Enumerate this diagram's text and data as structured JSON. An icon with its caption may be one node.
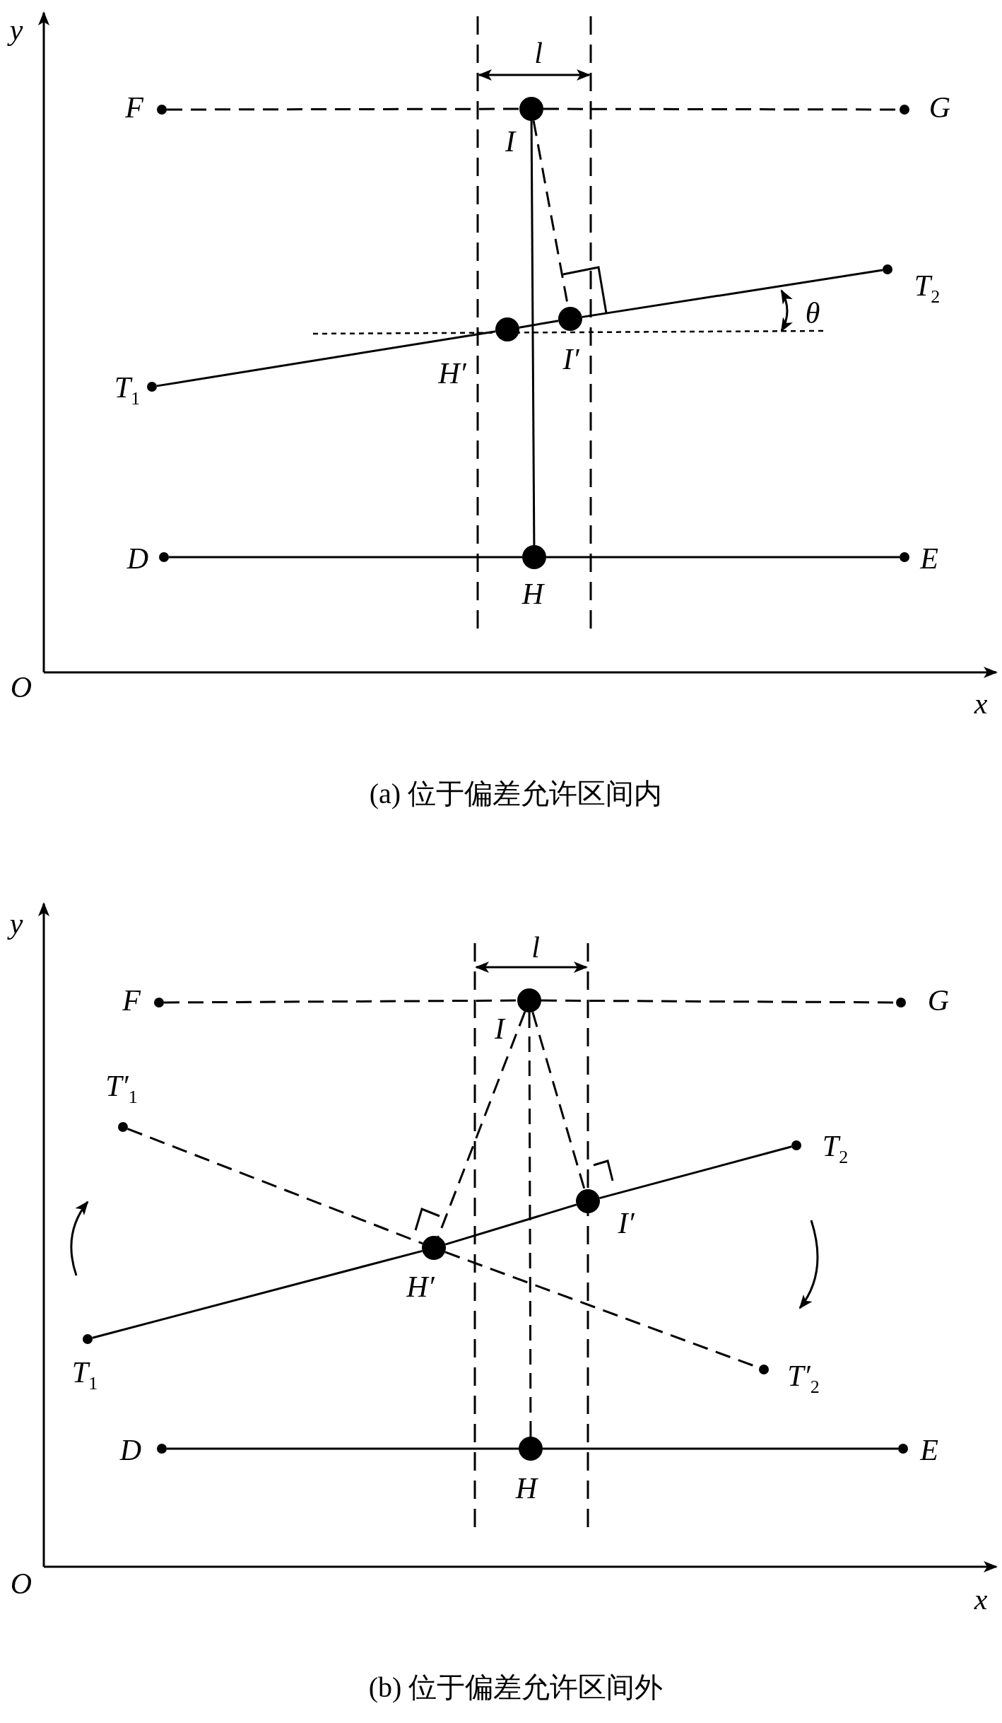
{
  "diagram": {
    "nodes": [
      {
        "text": [
          "F"
        ]
      },
      {
        "text": [
          "G"
        ]
      },
      {
        "text": [
          "I"
        ]
      },
      {
        "text": [
          "T$_{2}$"
        ]
      },
      {
        "text": [
          "H′"
        ]
      },
      {
        "text": [
          "I′"
        ]
      },
      {
        "text": [
          "T$_{1}$"
        ]
      },
      {
        "text": [
          "D"
        ]
      },
      {
        "text": [
          "H"
        ]
      },
      {
        "text": [
          "E"
        ]
      },
      {
        "text": [
          "F"
        ]
      },
      {
        "text": [
          "G"
        ]
      },
      {
        "text": [
          "I"
        ]
      },
      {
        "text": [
          "T′$_{1}$"
        ]
      },
      {
        "text": [
          "T$_{2}$"
        ]
      },
      {
        "text": [
          "I′"
        ]
      },
      {
        "text": [
          "H′"
        ]
      },
      {
        "text": [
          "T$_{1}$"
        ]
      },
      {
        "text": [
          "T′$_{2}$"
        ]
      },
      {
        "text": [
          "D"
        ]
      },
      {
        "text": [
          "H"
        ]
      },
      {
        "text": [
          "E"
        ]
      }
    ],
    "edges": [
      {
        "from": 0,
        "to": 2,
        "arrow": "none",
        "style": "dashed"
      },
      {
        "from": 2,
        "to": 1,
        "arrow": "none",
        "style": "dashed"
      },
      {
        "from": 7,
        "to": 8,
        "arrow": "none"
      },
      {
        "from": 8,
        "to": 9,
        "arrow": "none"
      },
      {
        "from": 6,
        "to": 4,
        "arrow": "none"
      },
      {
        "from": 4,
        "to": 5,
        "arrow": "none"
      },
      {
        "from": 5,
        "to": 3,
        "arrow": "none"
      },
      {
        "from": 2,
        "to": 8,
        "arrow": "none"
      },
      {
        "from": 2,
        "to": 5,
        "arrow": "none",
        "style": "dashed"
      },
      {
        "from": 10,
        "to": 12,
        "arrow": "none",
        "style": "dashed"
      },
      {
        "from": 12,
        "to": 11,
        "arrow": "none",
        "style": "dashed"
      },
      {
        "from": 19,
        "to": 20,
        "arrow": "none"
      },
      {
        "from": 20,
        "to": 21,
        "arrow": "none"
      },
      {
        "from": 17,
        "to": 16,
        "arrow": "none"
      },
      {
        "from": 16,
        "to": 15,
        "arrow": "none"
      },
      {
        "from": 15,
        "to": 14,
        "arrow": "none"
      },
      {
        "from": 13,
        "to": 16,
        "arrow": "none",
        "style": "dashed"
      },
      {
        "from": 16,
        "to": 18,
        "arrow": "none",
        "style": "dashed"
      },
      {
        "from": 12,
        "to": 20,
        "arrow": "none",
        "style": "dashed"
      },
      {
        "from": 12,
        "to": 16,
        "arrow": "none",
        "style": "dashed"
      },
      {
        "from": 12,
        "to": 15,
        "arrow": "none",
        "style": "dashed"
      }
    ],
    "labels": [
      "y",
      "l",
      "θ",
      "O",
      "x",
      "(a) 位于偏差允许区间内",
      "y",
      "l",
      "O",
      "x",
      "(b) 位于偏差允许区间外"
    ]
  }
}
